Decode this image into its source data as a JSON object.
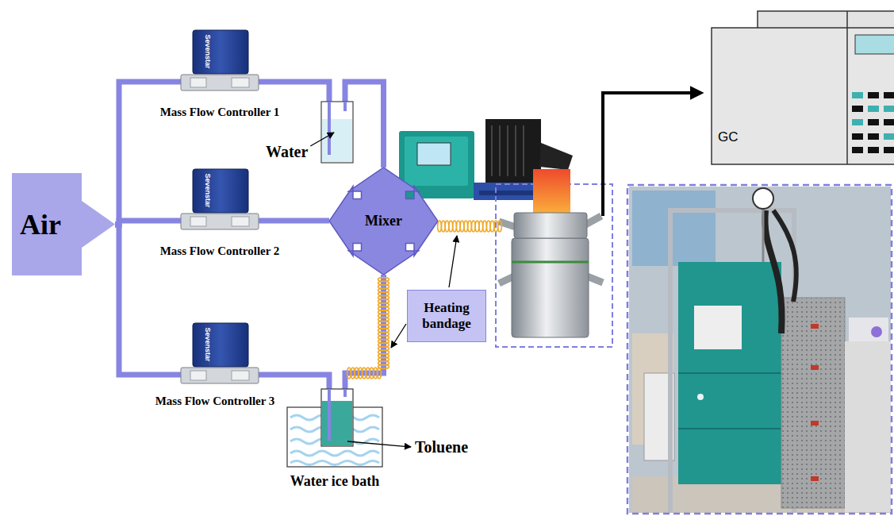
{
  "diagram": {
    "nodes": [
      {
        "text": [
          "Air"
        ]
      },
      {
        "text": [
          "Mass Flow Controller 1"
        ]
      },
      {
        "text": [
          "Water"
        ]
      },
      {
        "text": [
          "Mass Flow Controller 2"
        ]
      },
      {
        "text": [
          "Mixer"
        ]
      },
      {
        "text": [
          "Heating bandage"
        ]
      },
      {
        "text": [
          "Mass Flow Controller 3"
        ]
      },
      {
        "text": [
          "Water ice bath"
        ]
      },
      {
        "text": [
          "Toluene"
        ],
        "in": 7
      },
      {
        "text": [
          "GC"
        ]
      }
    ],
    "edges": [
      {
        "from": 0,
        "to": 1,
        "arrow": "none"
      },
      {
        "from": 0,
        "to": 3,
        "arrow": "none"
      },
      {
        "from": 0,
        "to": 6,
        "arrow": "none"
      },
      {
        "from": 1,
        "to": 2,
        "arrow": "none"
      },
      {
        "from": 2,
        "to": 4,
        "arrow": "none"
      },
      {
        "from": 3,
        "to": 4,
        "arrow": "none"
      },
      {
        "from": 6,
        "to": 8,
        "arrow": "none"
      },
      {
        "from": 8,
        "to": 4,
        "arrow": "none"
      }
    ],
    "labels": [
      "Sevenstar",
      "Sevenstar",
      "Sevenstar"
    ]
  }
}
